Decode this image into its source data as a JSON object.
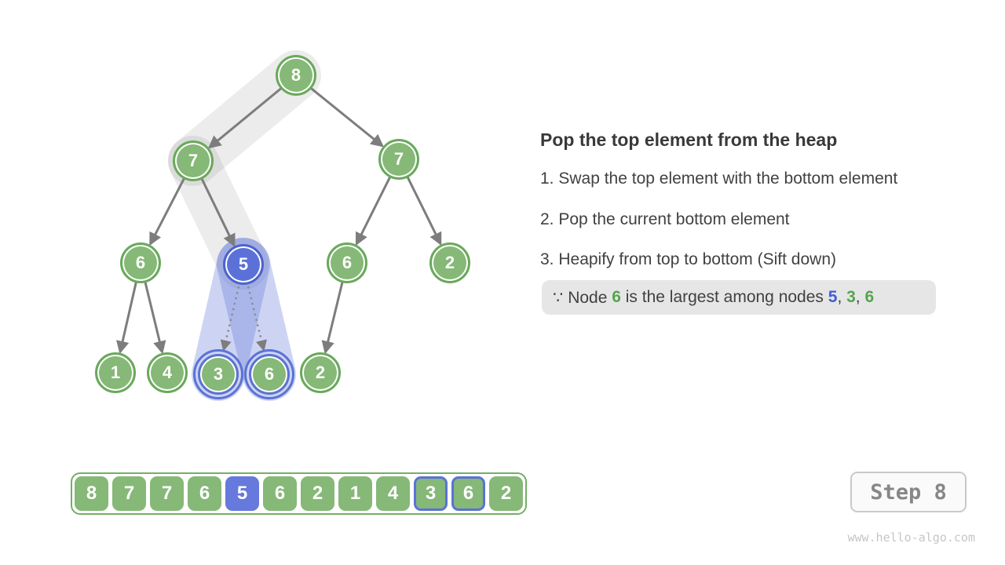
{
  "panel": {
    "title": "Pop the top element from the heap",
    "steps": [
      "1. Swap the top element with the bottom element",
      "2. Pop the current bottom element",
      "3. Heapify from top to bottom (Sift down)"
    ],
    "note": {
      "parts": [
        {
          "text": "∵ Node ",
          "style": "plain"
        },
        {
          "text": "6",
          "style": "green"
        },
        {
          "text": " is the largest among nodes ",
          "style": "plain"
        },
        {
          "text": "5",
          "style": "blue"
        },
        {
          "text": ", ",
          "style": "plain"
        },
        {
          "text": "3",
          "style": "green"
        },
        {
          "text": ", ",
          "style": "plain"
        },
        {
          "text": "6",
          "style": "green"
        }
      ]
    }
  },
  "tree": {
    "nodes": [
      {
        "value": 8,
        "state": "normal"
      },
      {
        "value": 7,
        "state": "normal"
      },
      {
        "value": 7,
        "state": "normal"
      },
      {
        "value": 6,
        "state": "normal"
      },
      {
        "value": 5,
        "state": "active"
      },
      {
        "value": 6,
        "state": "normal"
      },
      {
        "value": 2,
        "state": "normal"
      },
      {
        "value": 1,
        "state": "normal"
      },
      {
        "value": 4,
        "state": "normal"
      },
      {
        "value": 3,
        "state": "compared"
      },
      {
        "value": 6,
        "state": "compared"
      },
      {
        "value": 2,
        "state": "normal"
      }
    ],
    "edges": [
      [
        0,
        1
      ],
      [
        0,
        2
      ],
      [
        1,
        3
      ],
      [
        1,
        4
      ],
      [
        2,
        5
      ],
      [
        2,
        6
      ],
      [
        3,
        7
      ],
      [
        3,
        8
      ],
      [
        5,
        11
      ]
    ],
    "compare_edges": [
      [
        4,
        9
      ],
      [
        4,
        10
      ]
    ],
    "highlighted_path": [
      0,
      1,
      4
    ]
  },
  "array": {
    "values": [
      8,
      7,
      7,
      6,
      5,
      6,
      2,
      1,
      4,
      3,
      6,
      2
    ],
    "blue_index": 4,
    "outlined_indices": [
      9,
      10
    ]
  },
  "step_indicator": {
    "label": "Step 8"
  },
  "watermark": "www.hello-algo.com",
  "colors": {
    "node_green": "#86b877",
    "node_green_border": "#6aa95c",
    "node_blue": "#5b71d8",
    "highlight_outline_blue": "#5b72d5",
    "capsule_gray": "#ececec",
    "capsule_blue": "#cad2f2",
    "arrow_gray": "#7d7d7d",
    "note_green_text": "#56a44e",
    "note_blue_text": "#3f5fd9"
  }
}
